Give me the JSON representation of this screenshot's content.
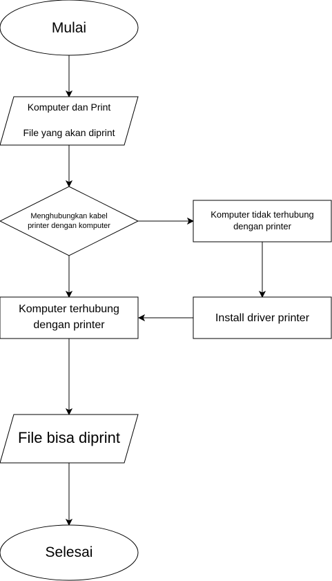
{
  "flowchart": {
    "start": {
      "label": "Mulai"
    },
    "input": {
      "line1": "Komputer dan Print",
      "line2": "File yang akan diprint"
    },
    "decision": {
      "line1": "Menghubungkan kabel",
      "line2": "printer dengan komputer"
    },
    "not_connected": {
      "line1": "Komputer tidak terhubung",
      "line2": "dengan printer"
    },
    "install_driver": {
      "label": "Install driver printer"
    },
    "connected": {
      "line1": "Komputer terhubung",
      "line2": "dengan printer"
    },
    "output": {
      "label": "File bisa diprint"
    },
    "end": {
      "label": "Selesai"
    }
  },
  "colors": {
    "stroke": "#000000",
    "fill": "#ffffff",
    "text": "#000000"
  }
}
